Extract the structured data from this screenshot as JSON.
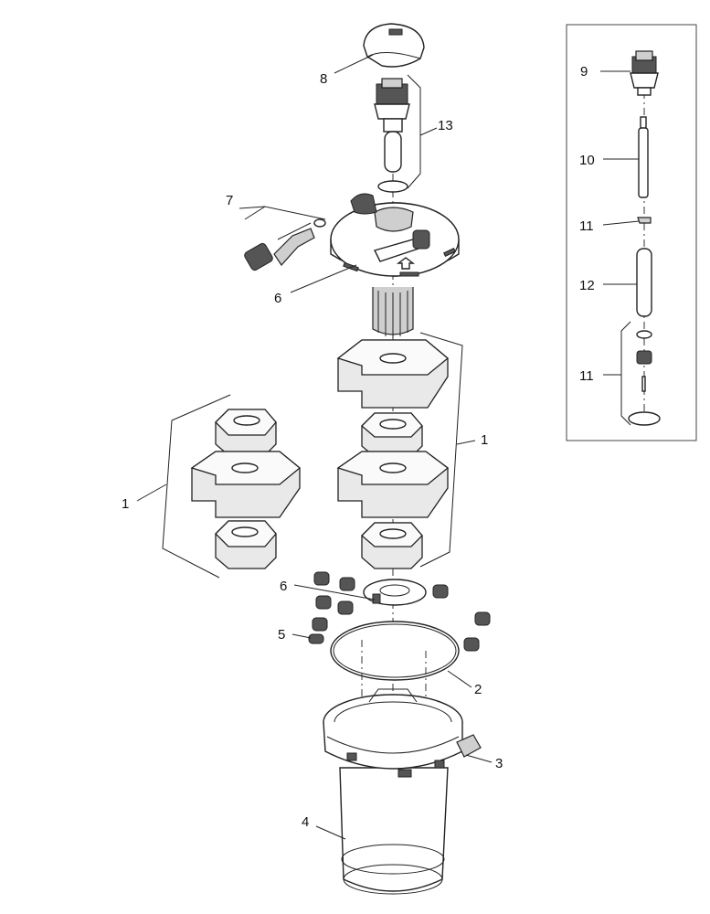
{
  "labels": {
    "8": "8",
    "13": "13",
    "7": "7",
    "6_top": "6",
    "1_right": "1",
    "1_left": "1",
    "6_bottom": "6",
    "5": "5",
    "2": "2",
    "3": "3",
    "4": "4",
    "9": "9",
    "10": "10",
    "11_upper": "11",
    "12": "12",
    "11_lower": "11"
  }
}
